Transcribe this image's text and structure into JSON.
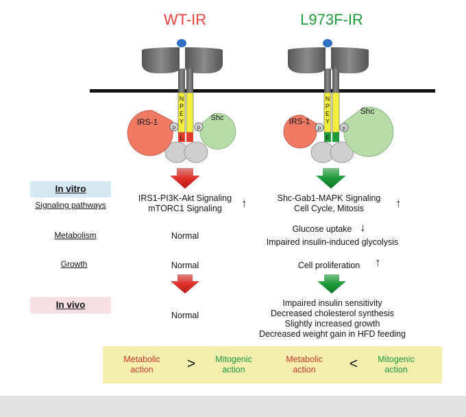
{
  "titles": {
    "wt": "WT-IR",
    "mutant": "L973F-IR"
  },
  "receptor_labels": {
    "npey_letters": [
      "N",
      "P",
      "E",
      "Y"
    ],
    "p": "p",
    "irs1": "IRS-1",
    "shc": "Shc",
    "wt_residue": "L",
    "mutant_residue": "F"
  },
  "sections": {
    "in_vitro": "In vitro",
    "signaling_pathways": "Signaling pathways",
    "metabolism": "Metabolism",
    "growth": "Growth",
    "in_vivo": "In vivo"
  },
  "wt": {
    "signaling_line1": "IRS1-PI3K-Akt Signaling",
    "signaling_line2": "mTORC1 Signaling",
    "signaling_arrow": "↑",
    "metabolism": "Normal",
    "growth": "Normal",
    "in_vivo": "Normal"
  },
  "mutant": {
    "signaling_line1": "Shc-Gab1-MAPK Signaling",
    "signaling_line2": "Cell Cycle, Mitosis",
    "signaling_arrow": "↑",
    "metabolism_line1": "Glucose uptake",
    "metabolism_arrow": "↓",
    "metabolism_line2": "Impaired insulin-induced glycolysis",
    "growth": "Cell proliferation",
    "growth_arrow": "↑",
    "in_vivo_lines": [
      "Impaired insulin sensitivity",
      "Decreased cholesterol synthesis",
      "Slightly increased growth",
      "Decreased weight gain in HFD feeding"
    ]
  },
  "summary": {
    "metabolic_line1": "Metabolic",
    "metabolic_line2": "action",
    "mitogenic_line1": "Mitogenic",
    "mitogenic_line2": "action",
    "wt_operator": ">",
    "mutant_operator": "<"
  },
  "colors": {
    "wt_title": "#e8413a",
    "mutant_title": "#1f9a3a",
    "receptor_gray": "#666666",
    "ligand_blue": "#2f6fc4",
    "npey_yellow": "#f2ee3c",
    "irs1_salmon": "#f07a64",
    "shc_green": "#b7dcaa",
    "wt_red": "#e23b2e",
    "mutant_green": "#1f9a3a",
    "in_vitro_bg": "#d7e8f3",
    "in_vivo_bg": "#f7dfe3",
    "summary_bg": "#f5efaf",
    "metabolic_text": "#c0392b",
    "mitogenic_text": "#1f9a3a"
  }
}
